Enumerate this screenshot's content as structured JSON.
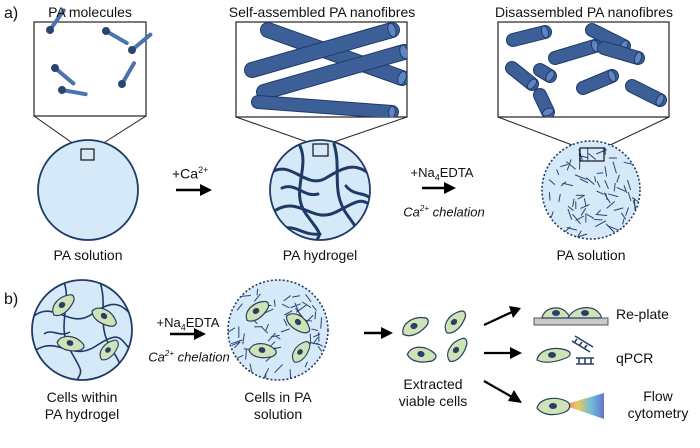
{
  "panels": {
    "a": {
      "letter": "a)",
      "titles": {
        "molecules": "PA molecules",
        "self_assembled": "Self-assembled PA nanofibres",
        "disassembled": "Disassembled PA nanofibres"
      },
      "bottom_labels": {
        "solution_1": "PA solution",
        "hydrogel": "PA hydrogel",
        "solution_2": "PA solution"
      },
      "arrow1": {
        "reagent": "+Ca",
        "sup": "2+"
      },
      "arrow2": {
        "reagent": "+Na",
        "sub": "4",
        "reagent_tail": "EDTA",
        "note_prefix": "Ca",
        "note_sup": "2+",
        "note_tail": " chelation"
      }
    },
    "b": {
      "letter": "b)",
      "cells_hydrogel": [
        "Cells within",
        "PA hydrogel"
      ],
      "cells_solution": [
        "Cells in PA",
        "solution"
      ],
      "arrow": {
        "reagent": "+Na",
        "sub": "4",
        "reagent_tail": "EDTA",
        "note_prefix": "Ca",
        "note_sup": "2+",
        "note_tail": " chelation"
      },
      "extracted": [
        "Extracted",
        "viable cells"
      ],
      "outputs": {
        "replate": "Re-plate",
        "qpcr": "qPCR",
        "flow": [
          "Flow",
          "cytometry"
        ]
      }
    }
  },
  "colors": {
    "fill_light": "#d6e9f8",
    "fibre_dark": "#2a4470",
    "fibre_mid": "#3d5f98",
    "cell_green": "#cfe3b6",
    "nucleus": "#2b3f66"
  }
}
